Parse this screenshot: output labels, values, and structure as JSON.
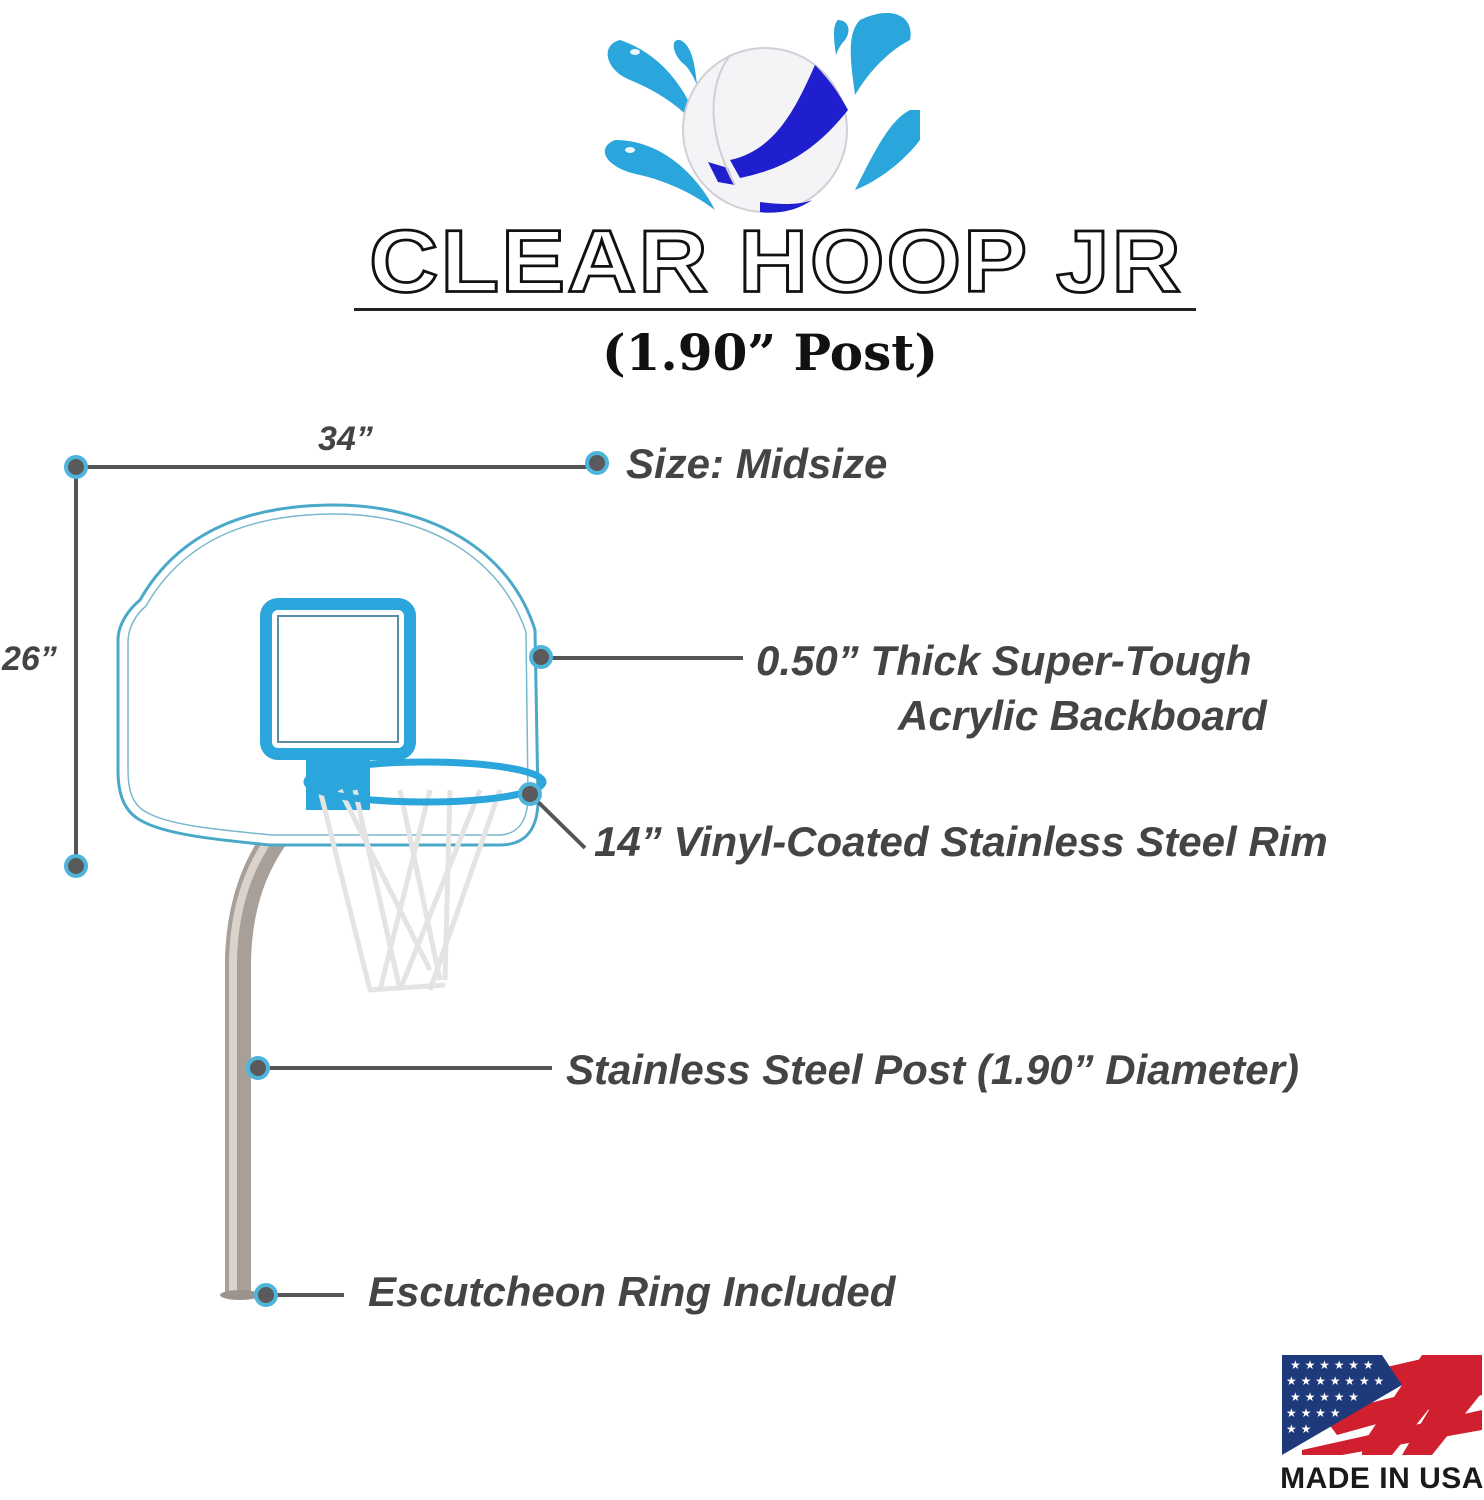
{
  "header": {
    "logo": "splash-ball-logo",
    "title": "CLEAR HOOP JR",
    "subtitle": "(1.90” Post)"
  },
  "dimensions": {
    "width": "34”",
    "height": "26”"
  },
  "callouts": [
    {
      "id": "size",
      "text": "Size: Midsize"
    },
    {
      "id": "backboard",
      "line1": "0.50” Thick Super-Tough",
      "line2": "Acrylic Backboard"
    },
    {
      "id": "rim",
      "text": "14” Vinyl-Coated Stainless Steel Rim"
    },
    {
      "id": "post",
      "text": "Stainless Steel Post (1.90” Diameter)"
    },
    {
      "id": "escutcheon",
      "text": "Escutcheon Ring Included"
    }
  ],
  "badge": {
    "icon": "us-flag-icon",
    "text": "MADE IN USA"
  },
  "colors": {
    "accent_blue": "#2aa6dc",
    "ball_blue": "#1f1fcf",
    "label_gray": "#444444",
    "dot_ring": "#4fb4dc",
    "flag_red": "#d02030",
    "flag_blue": "#1f3a7a"
  }
}
